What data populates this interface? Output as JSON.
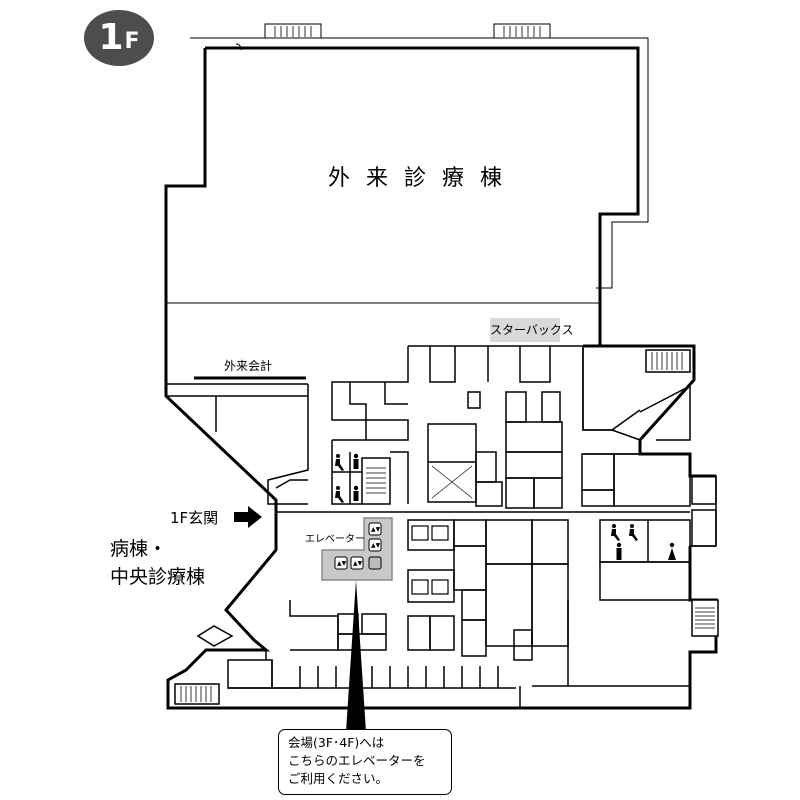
{
  "floor_badge": {
    "number": "1",
    "letter": "F"
  },
  "labels": {
    "outpatient_building": "外来診療棟",
    "starbucks": "スターバックス",
    "outpatient_accounting": "外来会計",
    "entrance": "1F玄関",
    "ward_line1": "病棟・",
    "ward_line2": "中央診療棟",
    "elevator": "エレベーター"
  },
  "notice": {
    "line1": "会場(3F･4F)へは",
    "line2": "こちらのエレベーターを",
    "line3": "ご利用ください。"
  },
  "colors": {
    "wall": "#000000",
    "badge": "#4d4d4d",
    "elevator_highlight": "#c8c8c8",
    "starbucks_highlight": "#d9d9d9"
  },
  "icons": [
    "accessible-toilet-icon",
    "male-toilet-icon",
    "female-toilet-icon",
    "elevator-icon",
    "stairs-icon",
    "arrow-right-icon"
  ]
}
